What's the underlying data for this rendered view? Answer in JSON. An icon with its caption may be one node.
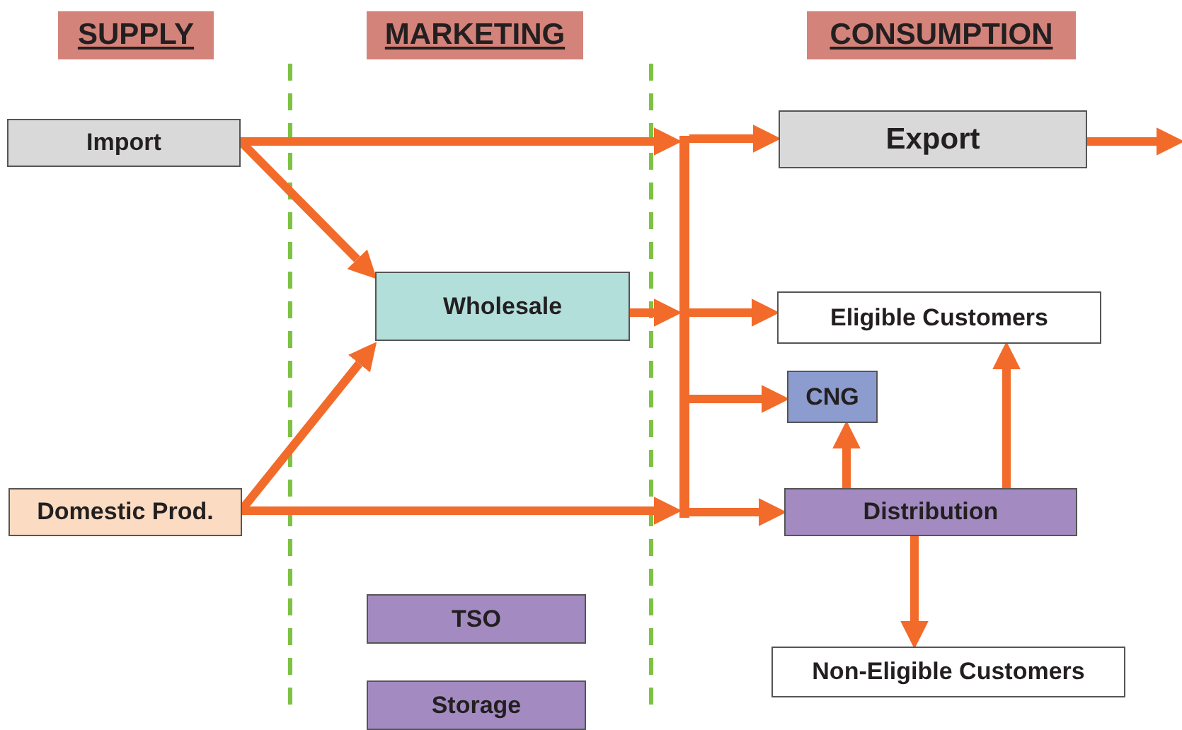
{
  "diagram": {
    "nodes": [
      {
        "text": [
          "SUPPLY"
        ]
      },
      {
        "text": [
          "MARKETING"
        ]
      },
      {
        "text": [
          "CONSUMPTION"
        ]
      },
      {
        "text": [
          "Import"
        ]
      },
      {
        "text": [
          "Export"
        ]
      },
      {
        "text": [],
        "shape": "bar"
      },
      {
        "text": [
          "Wholesale"
        ]
      },
      {
        "text": [
          "Eligible Customers"
        ]
      },
      {
        "text": [
          "CNG"
        ]
      },
      {
        "text": [
          "Domestic Prod."
        ]
      },
      {
        "text": [
          "Distribution"
        ]
      },
      {
        "text": [
          "TSO"
        ]
      },
      {
        "text": [
          "Storage"
        ]
      },
      {
        "text": [
          "Non-Eligible Customers"
        ]
      }
    ],
    "edges": [
      {
        "from": 3,
        "to": 5,
        "arrow": "to"
      },
      {
        "from": 3,
        "to": 6,
        "arrow": "to"
      },
      {
        "from": 9,
        "to": 6,
        "arrow": "to"
      },
      {
        "from": 9,
        "to": 5,
        "arrow": "to"
      },
      {
        "from": 6,
        "to": 5,
        "arrow": "to"
      },
      {
        "from": 5,
        "to": 4,
        "arrow": "to"
      },
      {
        "from": 5,
        "to": 7,
        "arrow": "to"
      },
      {
        "from": 5,
        "to": 8,
        "arrow": "to"
      },
      {
        "from": 5,
        "to": 10,
        "arrow": "to"
      },
      {
        "from": 10,
        "to": 8,
        "arrow": "to"
      },
      {
        "from": 10,
        "to": 7,
        "arrow": "to"
      },
      {
        "from": 10,
        "to": 13,
        "arrow": "to"
      },
      {
        "from": 4,
        "to": null,
        "arrow": "to"
      }
    ]
  }
}
